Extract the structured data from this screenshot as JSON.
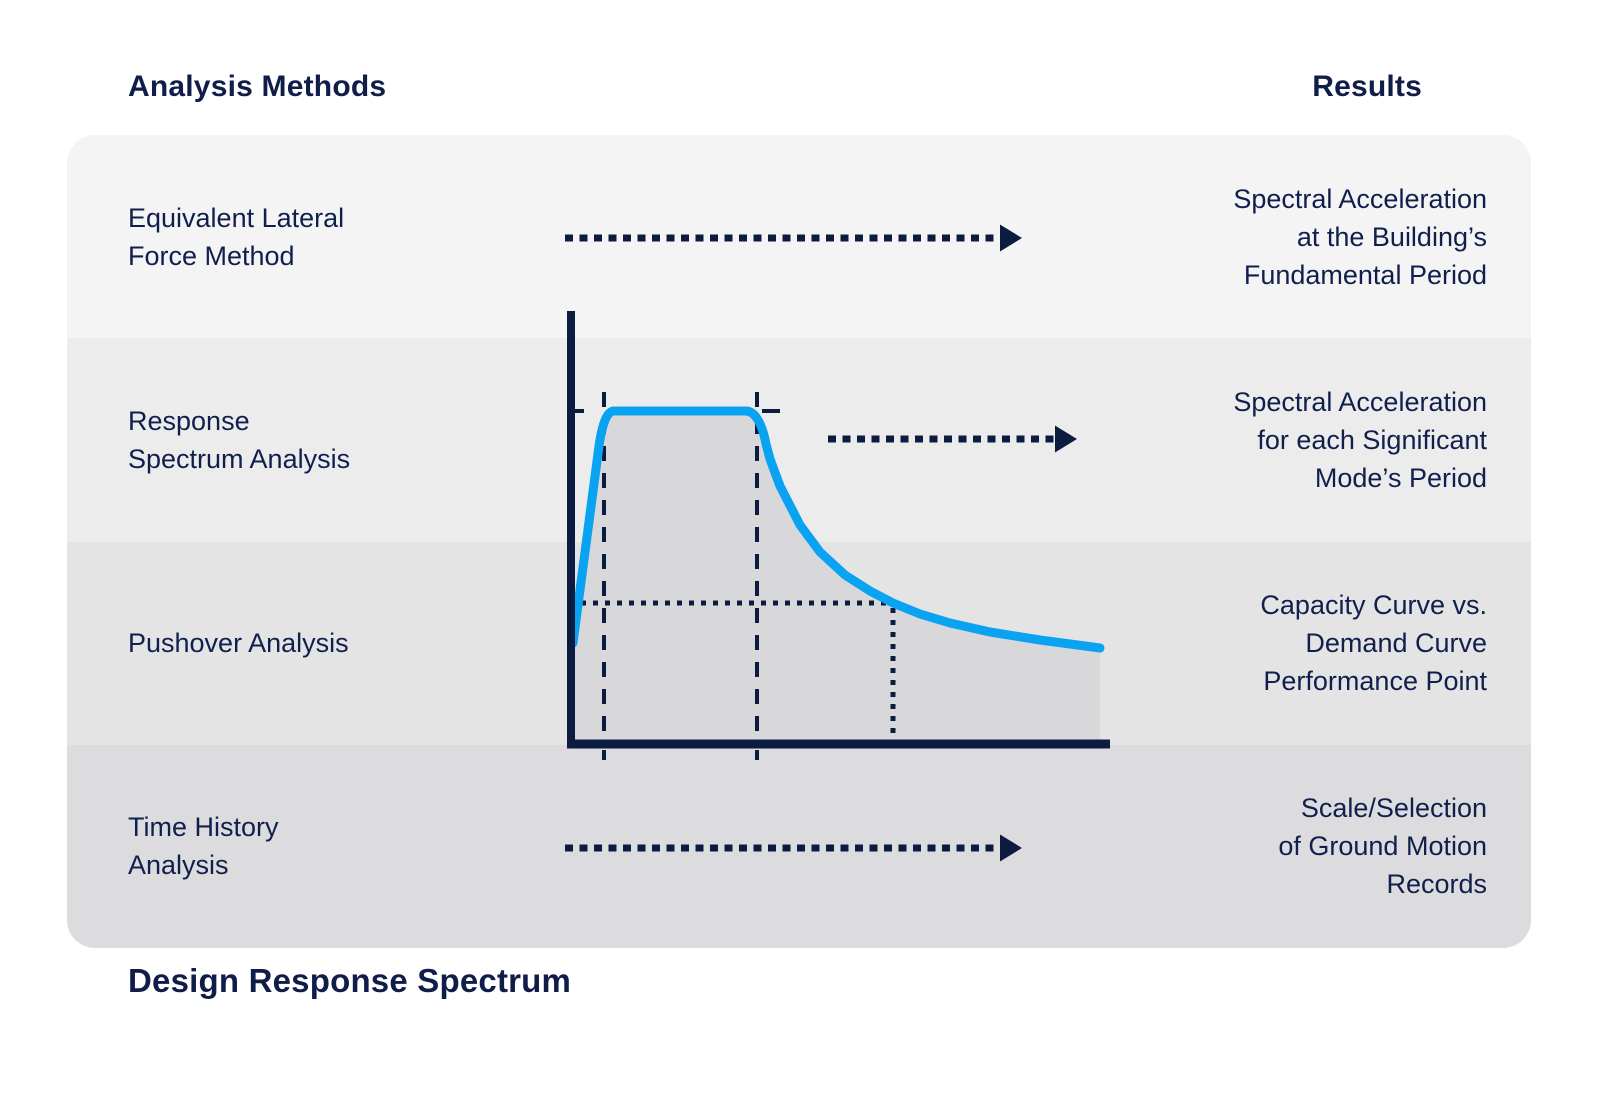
{
  "page": {
    "analysis_heading": "Analysis Methods",
    "results_heading": "Results",
    "chart_title": "Design Response Spectrum"
  },
  "rows": [
    {
      "method_lines": [
        "Equivalent Lateral",
        "Force Method"
      ],
      "result_lines": [
        "Spectral Acceleration",
        "at the Building’s",
        "Fundamental Period"
      ],
      "has_arrow": true
    },
    {
      "method_lines": [
        "Response",
        "Spectrum Analysis"
      ],
      "result_lines": [
        "Spectral Acceleration",
        "for each Significant",
        "Mode’s Period"
      ],
      "has_arrow": true
    },
    {
      "method_lines": [
        "Pushover Analysis"
      ],
      "result_lines": [
        "Capacity Curve vs.",
        "Demand Curve",
        "Performance Point"
      ],
      "has_arrow": false
    },
    {
      "method_lines": [
        "Time History",
        "Analysis"
      ],
      "result_lines": [
        "Scale/Selection",
        "of Ground Motion",
        "Records"
      ],
      "has_arrow": true
    }
  ],
  "colors": {
    "text_navy": "#111f4d",
    "line_navy": "#0c1c41",
    "spectrum_blue": "#0aa3f2",
    "curve_fill_gray": "#d8d8da",
    "band_grays": [
      "#f4f4f5",
      "#ececed",
      "#e4e4e5",
      "#dcdcde"
    ],
    "page_background": "#ffffff"
  },
  "chart_data": {
    "type": "line",
    "title": "Design Response Spectrum",
    "xlabel": "",
    "ylabel": "",
    "axis_tick_labels": "none (schematic, unlabeled axes)",
    "series": [
      {
        "name": "design-response-spectrum",
        "shape": "linear rise, constant plateau, hyperbolic decay",
        "points_norm": [
          [
            0.0,
            0.24
          ],
          [
            0.065,
            0.77
          ],
          [
            0.35,
            0.77
          ],
          [
            0.6,
            0.325
          ],
          [
            0.98,
            0.22
          ]
        ]
      }
    ],
    "markers": {
      "dashed_vertical_lines_x_norm": [
        0.065,
        0.35
      ],
      "dotted_crosshair_point_norm": [
        0.6,
        0.325
      ],
      "plateau_level_tick_y_norm": 0.77
    },
    "legend": "none",
    "grid": false,
    "area_fill": true
  }
}
